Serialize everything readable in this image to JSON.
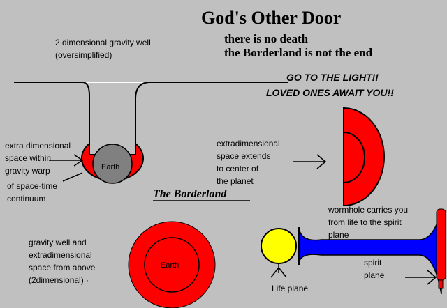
{
  "title": "God's Other Door",
  "subtitle_line1": "there is no death",
  "subtitle_line2": "the Borderland is not the end",
  "gravity_well_caption": "2 dimensional gravity well\n(oversimplified)",
  "light_line1": "GO TO THE LIGHT!!",
  "light_line2": "LOVED ONES AWAIT YOU!!",
  "extra_space_label": "extra dimensional\nspace within\ngravity warp",
  "spacetime_label": "of space-time\ncontinuum",
  "earth_label_side": "Earth",
  "extends_label": "extradimensional\nspace extends\nto center of\nthe planet",
  "borderland_label": "The Borderland",
  "top_view_label": "gravity well and\nextradimensional\nspace from above\n(2dimensional) ·",
  "earth_label_top": "Earth",
  "wormhole_label": "wormhole carries you\nfrom life to the spirit\nplane",
  "spirit_plane_label": "spirit\nplane",
  "life_plane_label": "Life plane",
  "colors": {
    "background": "#c0c0c0",
    "extradimensional_red": "#ff0000",
    "earth_gray": "#808080",
    "wormhole_blue": "#0000ff",
    "life_yellow": "#ffff00",
    "line_black": "#000000",
    "surface_white": "#ffffff"
  }
}
